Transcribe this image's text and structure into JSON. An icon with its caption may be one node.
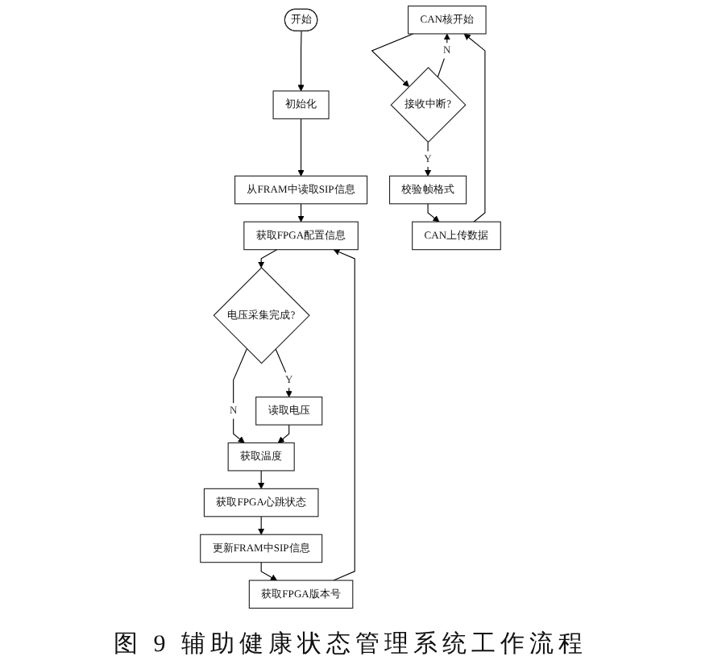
{
  "diagram": {
    "caption": "图 9 辅助健康状态管理系统工作流程",
    "nodes": [
      {
        "text": [
          "开始"
        ]
      },
      {
        "text": [
          "初始化"
        ]
      },
      {
        "text": [
          "从FRAM中读取SIP信息"
        ]
      },
      {
        "text": [
          "获取FPGA配置信息"
        ]
      },
      {
        "text": [
          "电压采集完成?"
        ]
      },
      {
        "text": [
          "读取电压"
        ]
      },
      {
        "text": [
          "获取温度"
        ]
      },
      {
        "text": [
          "获取FPGA心跳状态"
        ]
      },
      {
        "text": [
          "更新FRAM中SIP信息"
        ]
      },
      {
        "text": [
          "获取FPGA版本号"
        ]
      },
      {
        "text": [
          "CAN核开始"
        ]
      },
      {
        "text": [
          "接收中断?"
        ]
      },
      {
        "text": [
          "校验帧格式"
        ]
      },
      {
        "text": [
          "CAN上传数据"
        ]
      }
    ],
    "edges": [
      {
        "from": 0,
        "to": 1,
        "arrow": "to"
      },
      {
        "from": 1,
        "to": 2,
        "arrow": "to"
      },
      {
        "from": 2,
        "to": 3,
        "arrow": "to"
      },
      {
        "from": 3,
        "to": 4,
        "arrow": "to"
      },
      {
        "from": 4,
        "to": 5,
        "arrow": "to",
        "label": "Y"
      },
      {
        "from": 4,
        "to": 6,
        "arrow": "to",
        "label": "N"
      },
      {
        "from": 5,
        "to": 6,
        "arrow": "to"
      },
      {
        "from": 6,
        "to": 7,
        "arrow": "to"
      },
      {
        "from": 7,
        "to": 8,
        "arrow": "to"
      },
      {
        "from": 8,
        "to": 9,
        "arrow": "to"
      },
      {
        "from": 9,
        "to": 3,
        "arrow": "to"
      },
      {
        "from": 10,
        "to": 11,
        "arrow": "to"
      },
      {
        "from": 11,
        "to": 12,
        "arrow": "to",
        "label": "Y"
      },
      {
        "from": 11,
        "to": 10,
        "arrow": "to",
        "label": "N"
      },
      {
        "from": 12,
        "to": 13,
        "arrow": "to"
      },
      {
        "from": 13,
        "to": 10,
        "arrow": "to"
      }
    ]
  }
}
